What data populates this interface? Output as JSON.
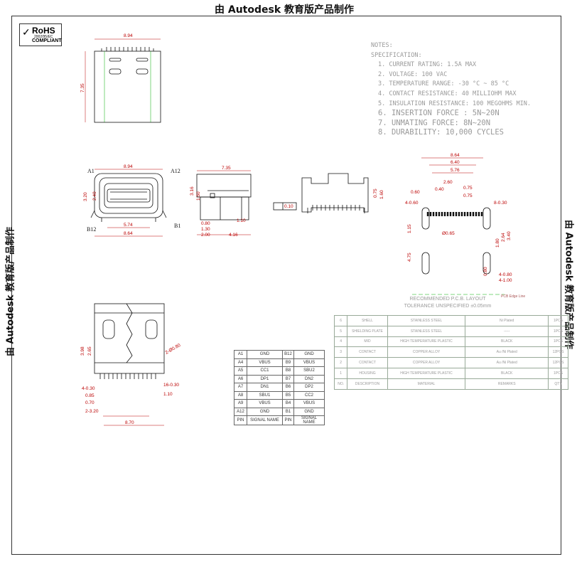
{
  "watermark": "由 Autodesk 教育版产品制作",
  "rohs": {
    "mark": "✓",
    "title": "RoHS",
    "subtitle": "2002/95/EC",
    "status": "COMPLIANT"
  },
  "notes": {
    "heading": "NOTES:",
    "spec": "SPECIFICATION:",
    "items": [
      "1. CURRENT RATING: 1.5A MAX",
      "2. VOLTAGE: 100 VAC",
      "3. TEMPERATURE RANGE: -30 °C ~ 85 °C",
      "4. CONTACT RESISTANCE: 40 MILLIOHM MAX",
      "5. INSULATION RESISTANCE: 100 MEGOHMS MIN."
    ],
    "items_large": [
      "6. INSERTION FORCE : 5N~20N",
      "7. UNMATING FORCE: 8N~20N",
      "8. DURABILITY:  10,000 CYCLES"
    ]
  },
  "top_view": {
    "width": "8.94",
    "height": "7.35"
  },
  "front_view": {
    "pin_a1": "A1",
    "pin_a12": "A12",
    "pin_b12": "B12",
    "pin_b1": "B1",
    "top_width": "8.94",
    "inner_width": "5.74",
    "bottom_width": "8.64",
    "height_left": "3.20",
    "height_right": "2.40"
  },
  "side_view": {
    "length": "7.35",
    "h1": "3.16",
    "h2": "1.50",
    "d1": "0.80",
    "d2": "1.30",
    "d3": "2.00",
    "d4": "4.16",
    "d5": "1.10"
  },
  "rear_view": {
    "flat": "0.10",
    "h1": "0.75",
    "h2": "1.60"
  },
  "pcb_layout": {
    "w1": "8.64",
    "w2": "6.40",
    "w3": "5.76",
    "w4": "2.60",
    "w5": "0.40",
    "w6": "0.75",
    "w7": "0.75",
    "left1": "0.60",
    "left2": "4-0.60",
    "right1": "8-0.30",
    "v1": "3.40",
    "v2": "2.64",
    "v3": "1.80",
    "v4": "0.80",
    "v5": "4-0.80",
    "v6": "4-1.00",
    "side1": "1.15",
    "side2": "4.75",
    "hole": "Ø0.65",
    "note1": "RECOMMENDED  P.C.B. LAYOUT",
    "note2": "TOLERANCE UNSPECIFIED ±0.05mm",
    "edge": "PCB Edge Line"
  },
  "bottom_view": {
    "height1": "3.98",
    "height2": "2.65",
    "pitch": "4-0.30",
    "d1": "0.85",
    "d2": "0.70",
    "spacing": "2-3.20",
    "width": "8.70",
    "right1": "16-0.30",
    "right2": "1.10",
    "hole": "2-Ø0.80"
  },
  "pin_table": {
    "rows": [
      [
        "A1",
        "GND",
        "B12",
        "GND"
      ],
      [
        "A4",
        "VBUS",
        "B9",
        "VBUS"
      ],
      [
        "A5",
        "CC1",
        "B8",
        "SBU2"
      ],
      [
        "A6",
        "DP1",
        "B7",
        "DN2"
      ],
      [
        "A7",
        "DN1",
        "B6",
        "DP2"
      ],
      [
        "A8",
        "SBU1",
        "B5",
        "CC2"
      ],
      [
        "A9",
        "VBUS",
        "B4",
        "VBUS"
      ],
      [
        "A12",
        "GND",
        "B1",
        "GND"
      ],
      [
        "PIN",
        "SIGNAL NAME",
        "PIN",
        "SIGNAL NAME"
      ]
    ]
  },
  "bom_table": {
    "rows": [
      [
        "6",
        "SHELL",
        "STAINLESS STEEL",
        "Ni Plated",
        "1PCS"
      ],
      [
        "5",
        "SHIELDING PLATE",
        "STAINLESS STEEL",
        "-----",
        "1PCS"
      ],
      [
        "4",
        "MID",
        "HIGH TEMPERATURE PLASTIC",
        "BLACK",
        "1PCS"
      ],
      [
        "3",
        "CONTACT",
        "COPPER ALLOY",
        "Au /Ni Plated",
        "12PCS"
      ],
      [
        "2",
        "CONTACT",
        "COPPER ALLOY",
        "Au /Ni Plated",
        "12PCS"
      ],
      [
        "1",
        "HOUSING",
        "HIGH TEMPERATURE PLASTIC",
        "BLACK",
        "1PCS"
      ],
      [
        "NO.",
        "DESCRIPTION",
        "MATERIAL",
        "REMARKS",
        "QTY"
      ]
    ]
  }
}
